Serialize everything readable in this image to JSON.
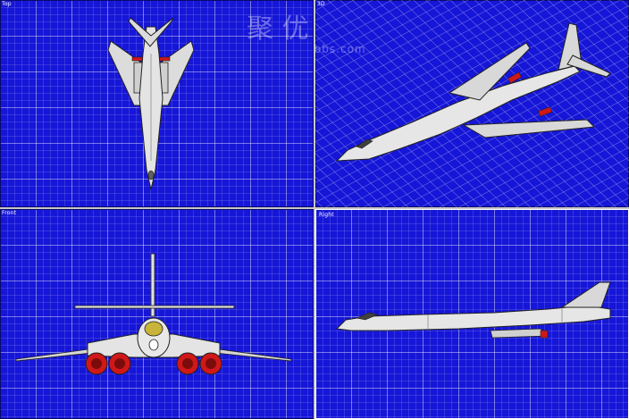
{
  "viewports": {
    "top": {
      "label": "Top"
    },
    "perspective": {
      "label": "3D"
    },
    "front": {
      "label": "Front"
    },
    "right": {
      "label": "Right"
    }
  },
  "watermark": {
    "text": "www.3dsbbs.com"
  },
  "colors": {
    "grid": "#1616d8",
    "airframe": "#d8d8d8",
    "engine": "#d01818"
  }
}
